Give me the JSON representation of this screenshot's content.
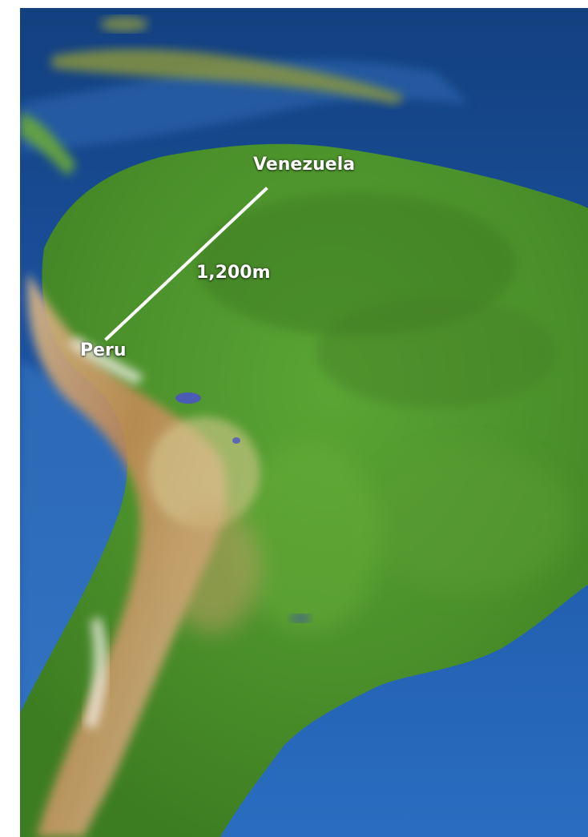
{
  "map": {
    "labels": {
      "origin": "Venezuela",
      "destination": "Peru",
      "distance": "1,200m"
    },
    "colors": {
      "ocean": "#1c4f9e",
      "land": "#4f9a2e",
      "andes": "#c9a46a",
      "route_line": "#ffffff"
    }
  }
}
